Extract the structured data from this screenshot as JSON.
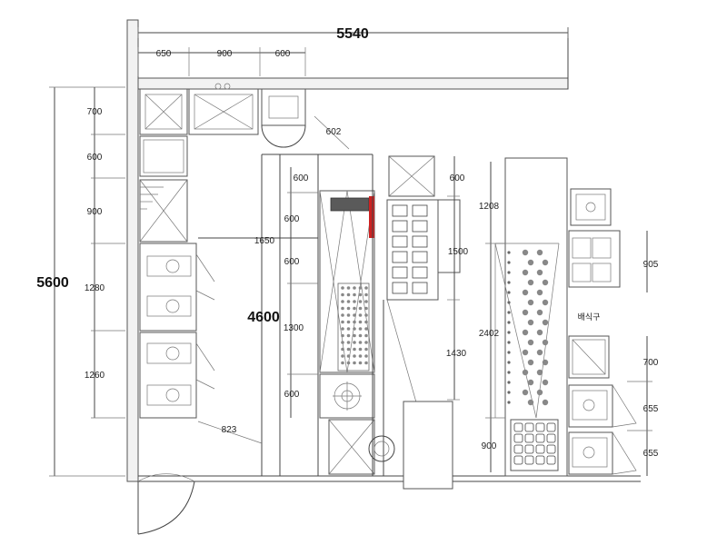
{
  "top": {
    "total_width": "5540",
    "segments": [
      "650",
      "900",
      "600"
    ],
    "diag_label": "602"
  },
  "left": {
    "total_height": "5600",
    "segments": [
      "700",
      "600",
      "900",
      "1280",
      "1260"
    ],
    "bottom_diag": "823"
  },
  "center": {
    "height_label": "4600",
    "width_label": "1650",
    "segments": [
      "600",
      "600",
      "600",
      "1300",
      "600"
    ]
  },
  "right_center": {
    "segments": [
      "600",
      "1500",
      "1430"
    ]
  },
  "right": {
    "segments": [
      "1208",
      "2402",
      "900"
    ],
    "far_segments": [
      "905",
      "700",
      "655",
      "655"
    ],
    "area_label": "배식구"
  },
  "colors": {
    "line": "#444444",
    "accent_red": "#cc2222"
  }
}
